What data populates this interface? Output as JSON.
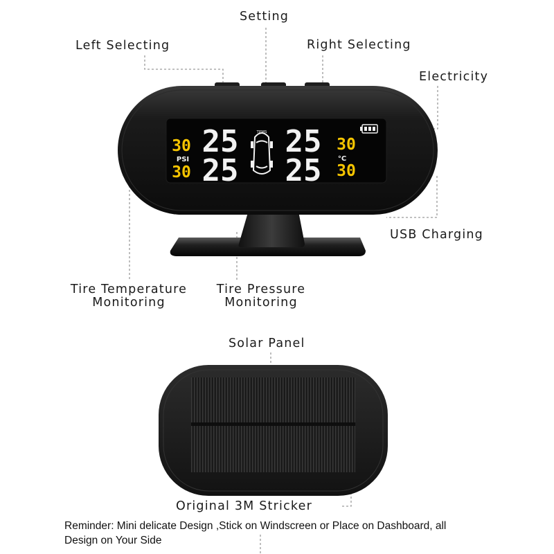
{
  "labels": {
    "setting": "Setting",
    "left_selecting": "Left Selecting",
    "right_selecting": "Right Selecting",
    "electricity": "Electricity",
    "usb_charging": "USB Charging",
    "tire_temp_line1": "Tire Temperature",
    "tire_temp_line2": "Monitoring",
    "tire_pressure_line1": "Tire Pressure",
    "tire_pressure_line2": "Monitoring",
    "solar_panel": "Solar Panel",
    "sticker": "Original 3M Stricker"
  },
  "display": {
    "temp_left_top": "30",
    "temp_left_bottom": "30",
    "temp_right_top": "30",
    "temp_right_bottom": "30",
    "unit_pressure": "PSI",
    "unit_temp": "°C",
    "pressure_top_left": "25",
    "pressure_top_right": "25",
    "pressure_bottom_left": "25",
    "pressure_bottom_right": "25",
    "tpms_badge": "TPMS"
  },
  "reminder": {
    "line1": "Reminder: Mini delicate Design ,Stick on Windscreen or Place on Dashboard, all",
    "line2": "Design on Your Side"
  },
  "colors": {
    "device_body": "#141414",
    "screen": "#050505",
    "digit_white": "#f2f2f2",
    "digit_yellow": "#f5c400",
    "leader_line": "#9a9a9a"
  }
}
